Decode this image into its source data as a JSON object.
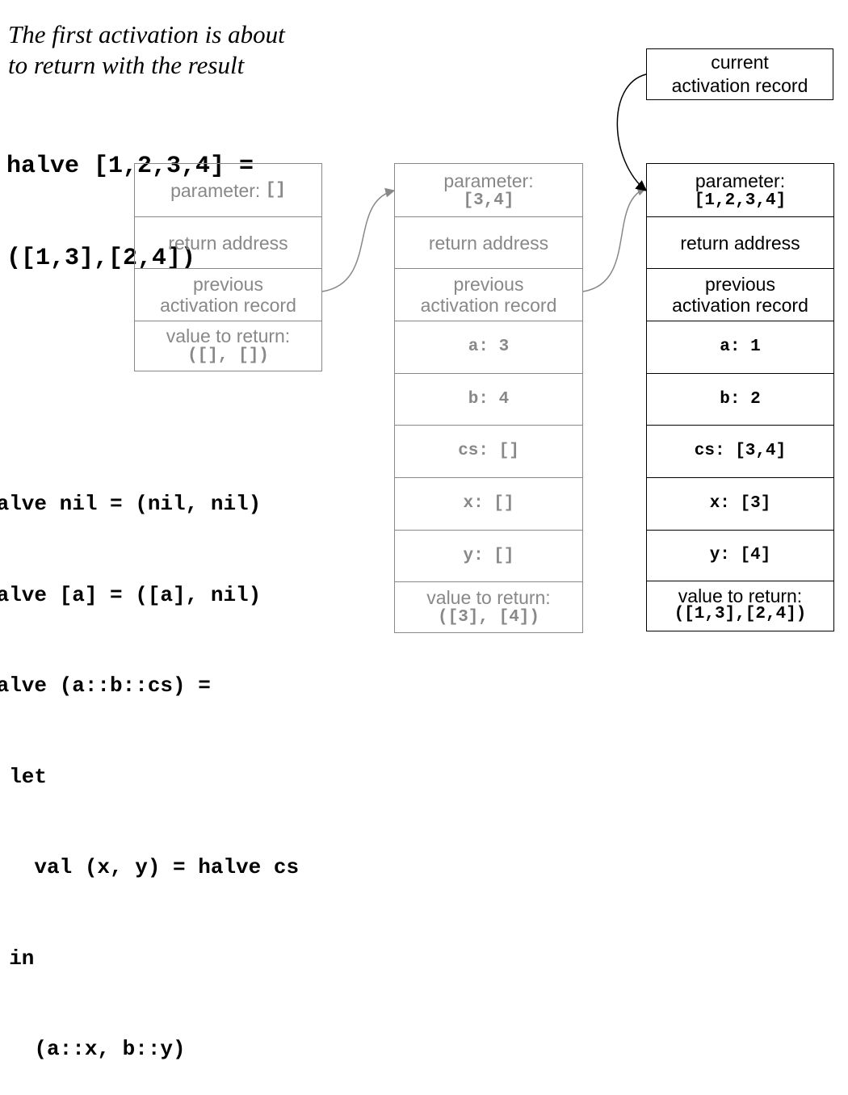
{
  "caption": {
    "italic_line1": "The first activation is about",
    "italic_line2": "to return with the result",
    "code_line1": "halve [1,2,3,4] =",
    "code_line2": "([1,3],[2,4])"
  },
  "code": [
    "halve nil = (nil, nil)",
    "halve [a] = ([a], nil)",
    "halve (a::b::cs) =",
    "  let",
    "    val (x, y) = halve cs",
    "  in",
    "    (a::x, b::y)"
  ],
  "current_label": {
    "line1": "current",
    "line2": "activation record"
  },
  "frame_left": {
    "parameter_label": "parameter:",
    "parameter_value": "[]",
    "return_address": "return address",
    "previous_line1": "previous",
    "previous_line2": "activation record",
    "value_label": "value to return:",
    "value": "([], [])"
  },
  "frame_middle": {
    "parameter_label": "parameter:",
    "parameter_value": "[3,4]",
    "return_address": "return address",
    "previous_line1": "previous",
    "previous_line2": "activation record",
    "a": "a: 3",
    "b": "b: 4",
    "cs": "cs: []",
    "x": "x: []",
    "y": "y: []",
    "value_label": "value to return:",
    "value": "([3], [4])"
  },
  "frame_right": {
    "parameter_label": "parameter:",
    "parameter_value": "[1,2,3,4]",
    "return_address": "return address",
    "previous_line1": "previous",
    "previous_line2": "activation record",
    "a": "a: 1",
    "b": "b: 2",
    "cs": "cs: [3,4]",
    "x": "x: [3]",
    "y": "y: [4]",
    "value_label": "value to return:",
    "value": "([1,3],[2,4])"
  },
  "colors": {
    "active": "#000000",
    "inactive": "#888888"
  }
}
